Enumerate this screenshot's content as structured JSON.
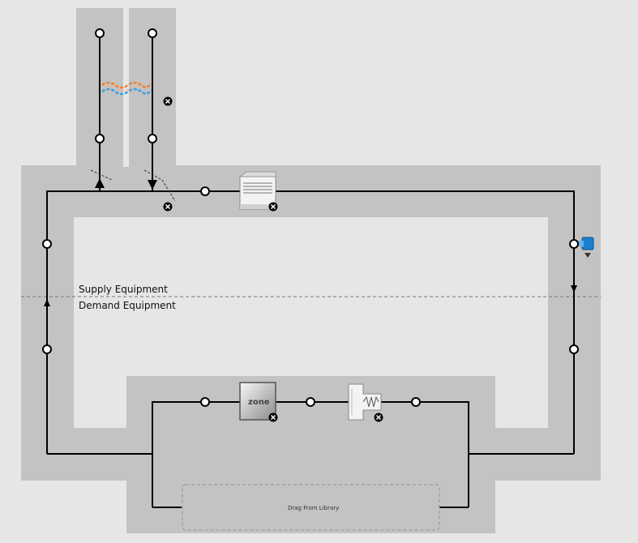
{
  "labels": {
    "supply": "Supply Equipment",
    "demand": "Demand Equipment",
    "drop_zone": "Drag From Library",
    "zone": "zone"
  },
  "colors": {
    "background": "#e6e6e6",
    "loop_band": "#c3c3c3",
    "pipe": "#000000",
    "divider": "#777777",
    "hot": "#f08030",
    "cold": "#3aa0e0",
    "setpoint_manager": "#1e7fd0"
  },
  "icons": {
    "remove": "close-x-circle-icon",
    "heat_exchanger": "wavy-heat-exchanger-icon",
    "pump": "pump-icon",
    "zone": "thermal-zone-icon",
    "terminal": "air-terminal-icon",
    "setpoint": "setpoint-manager-icon"
  }
}
